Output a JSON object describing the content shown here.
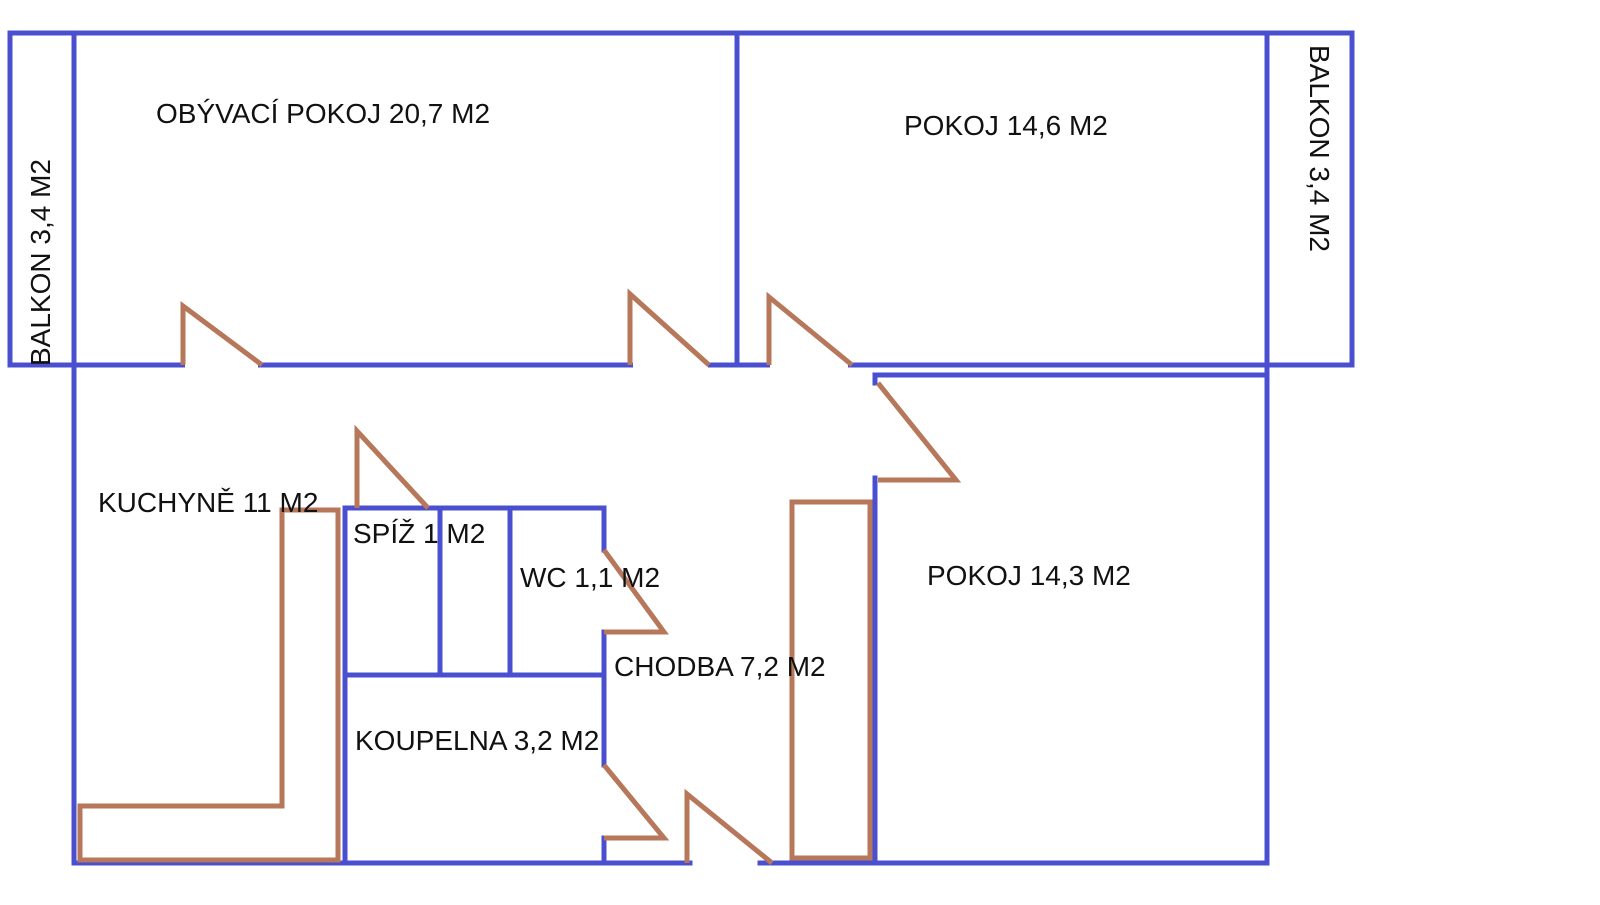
{
  "colors": {
    "wall": "#4a4fd0",
    "door": "#b7775a",
    "text": "#111111"
  },
  "rooms": {
    "balkon_left": "BALKON 3,4 M2",
    "obyvaci": "OBÝVACÍ POKOJ 20,7 M2",
    "pokoj_top": "POKOJ 14,6 M2",
    "balkon_right": "BALKON 3,4 M2",
    "kuchyne": "KUCHYNĚ 11 M2",
    "spiz": "SPÍŽ 1 M2",
    "wc": "WC 1,1 M2",
    "chodba": "CHODBA 7,2 M2",
    "koupelna": "KOUPELNA 3,2 M2",
    "pokoj_bottom": "POKOJ 14,3 M2"
  }
}
